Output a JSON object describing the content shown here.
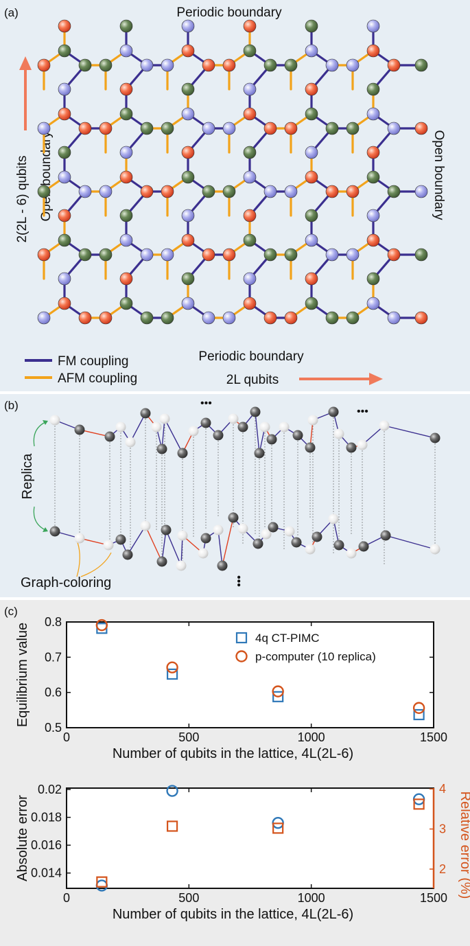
{
  "panel_a": {
    "label": "(a)",
    "top_boundary": "Periodic boundary",
    "bottom_boundary": "Periodic boundary",
    "left_boundary": "Open boundary",
    "right_boundary": "Open boundary",
    "vertical_qubits": "2(2L - 6) qubits",
    "horizontal_qubits": "2L qubits",
    "legend": [
      {
        "label": "FM coupling",
        "color": "#3b2f8f"
      },
      {
        "label": "AFM coupling",
        "color": "#f2a31b"
      }
    ],
    "node_colors": {
      "red": "#ee5a3c",
      "green": "#5a7a4a",
      "blue": "#9b9be6"
    },
    "arrow_color": "#f07a5a"
  },
  "panel_b": {
    "label": "(b)",
    "replica": "Replica",
    "graph_coloring": "Graph-coloring",
    "ellipsis": "•••"
  },
  "panel_c": {
    "label": "(c)",
    "colors": {
      "blue": "#2f78b8",
      "orange": "#d4541c"
    },
    "chart_data": [
      {
        "type": "scatter",
        "xlabel": "Number of qubits in the lattice, 4L(2L-6)",
        "ylabel": "Equilibrium value",
        "xlim": [
          0,
          1500
        ],
        "ylim": [
          0.5,
          0.8
        ],
        "xticks": [
          "0",
          "500",
          "1000",
          "1500"
        ],
        "yticks": [
          "0.5",
          "0.6",
          "0.7",
          "0.8"
        ],
        "legend_position": "top-right",
        "series": [
          {
            "name": "4q CT-PIMC",
            "marker": "square",
            "x": [
              144,
              432,
              864,
              1440
            ],
            "y": [
              0.782,
              0.652,
              0.588,
              0.537
            ]
          },
          {
            "name": "p-computer (10 replica)",
            "marker": "circle",
            "x": [
              144,
              432,
              864,
              1440
            ],
            "y": [
              0.791,
              0.671,
              0.603,
              0.556
            ]
          }
        ]
      },
      {
        "type": "scatter",
        "xlabel": "Number of qubits in the lattice, 4L(2L-6)",
        "ylabel": "Absolute error",
        "y2label": "Relative error (%)",
        "xlim": [
          0,
          1500
        ],
        "ylim": [
          0.0129,
          0.0201
        ],
        "y2lim": [
          1.52,
          4.02
        ],
        "xticks": [
          "0",
          "500",
          "1000",
          "1500"
        ],
        "yticks": [
          "0.014",
          "0.016",
          "0.018",
          "0.02"
        ],
        "y2ticks": [
          "2",
          "3",
          "4"
        ],
        "series": [
          {
            "axis": "left",
            "marker": "circle",
            "x": [
              144,
              432,
              864,
              1440
            ],
            "y": [
              0.0131,
              0.0199,
              0.0176,
              0.0193
            ]
          },
          {
            "axis": "right",
            "marker": "square",
            "x": [
              144,
              432,
              864,
              1440
            ],
            "y": [
              1.68,
              3.07,
              3.02,
              3.62
            ]
          }
        ]
      }
    ]
  }
}
